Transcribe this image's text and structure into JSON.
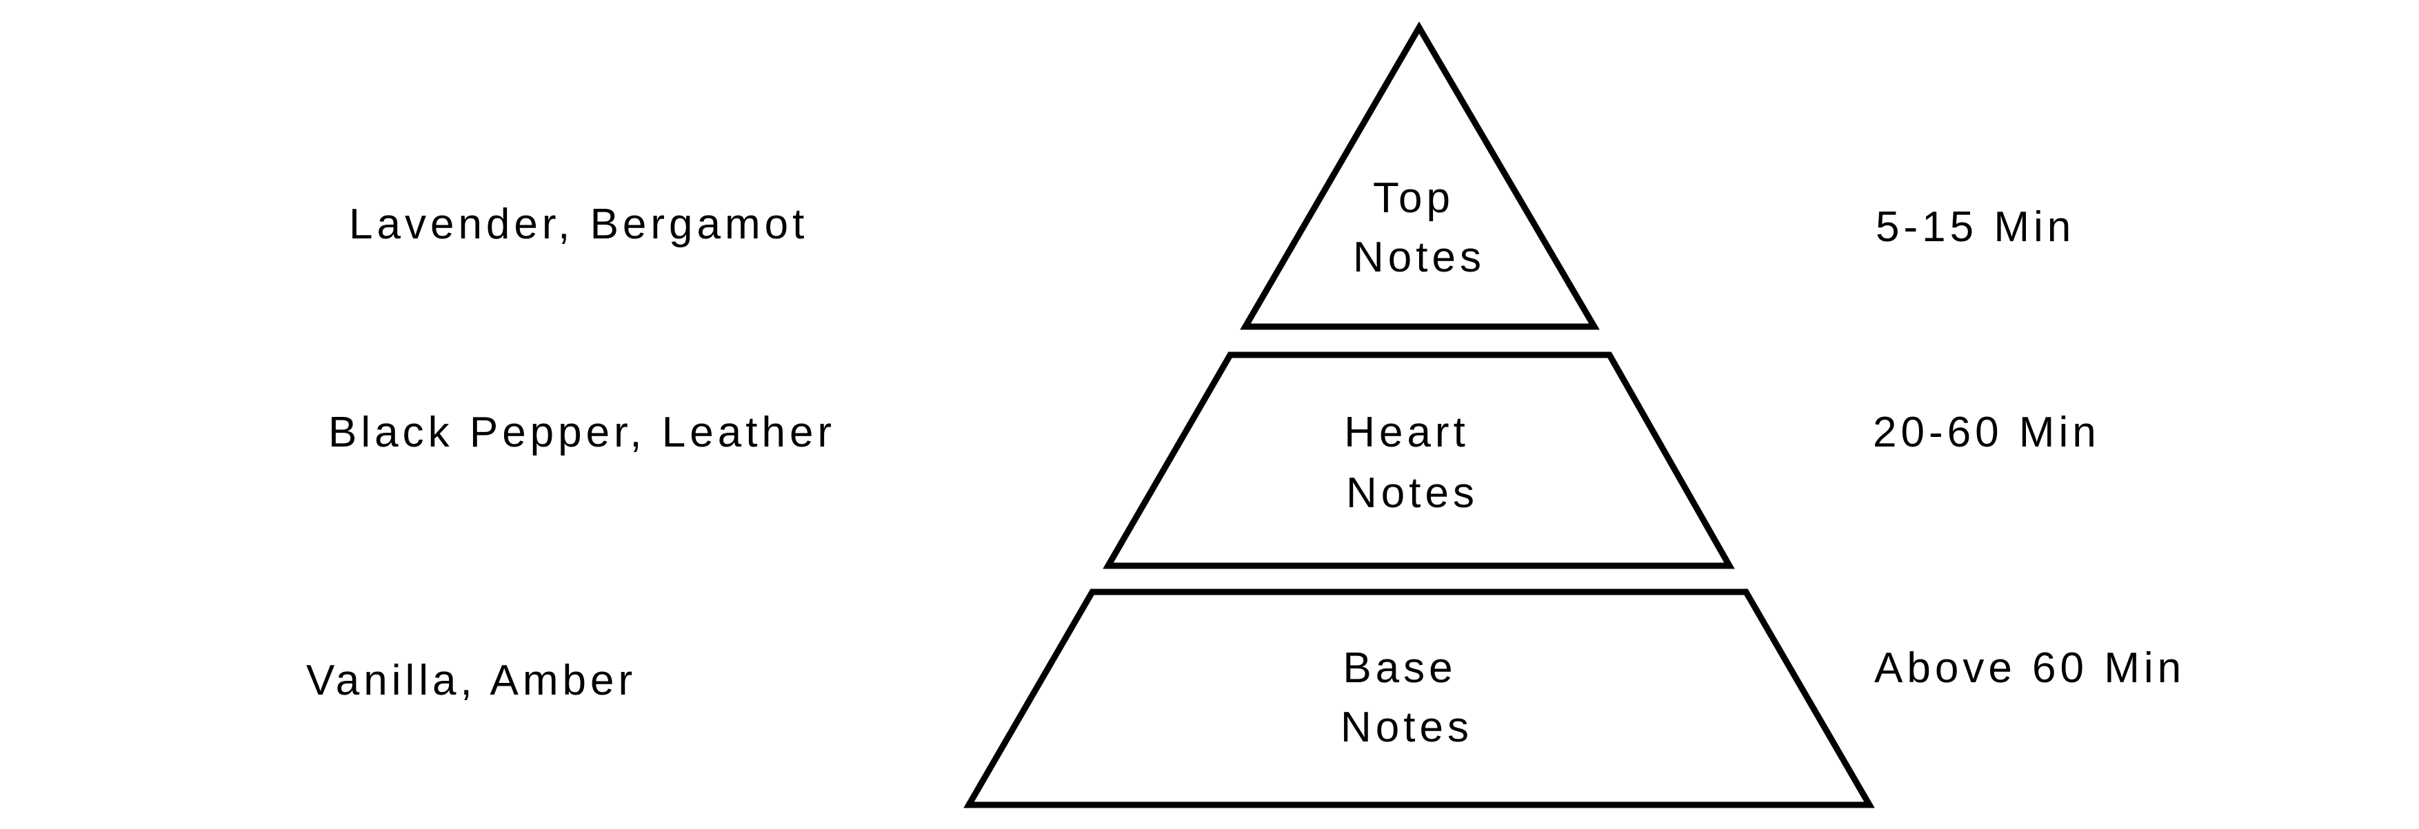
{
  "tiers": [
    {
      "line1": "Top",
      "line2": "Notes",
      "ingredients": "Lavender, Bergamot",
      "duration": "5-15 Min"
    },
    {
      "line1": "Heart",
      "line2": "Notes",
      "ingredients": "Black Pepper, Leather",
      "duration": "20-60 Min"
    },
    {
      "line1": "Base",
      "line2": "Notes",
      "ingredients": "Vanilla, Amber",
      "duration": "Above 60 Min"
    }
  ],
  "colors": {
    "stroke": "#000000",
    "background": "#ffffff"
  }
}
